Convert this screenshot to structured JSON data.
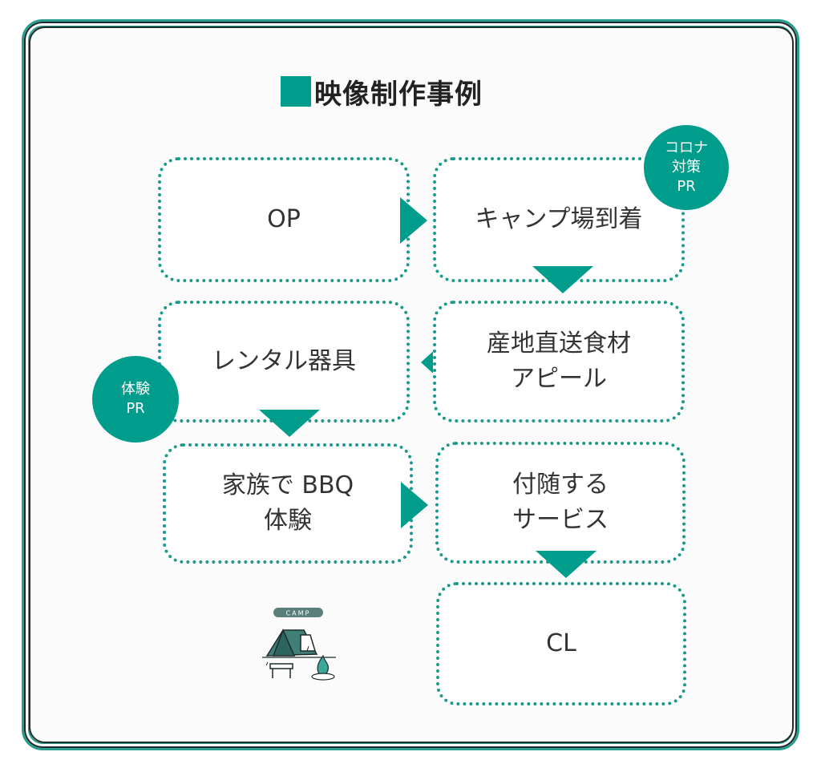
{
  "title": "映像制作事例",
  "steps": {
    "op": {
      "lines": [
        "OP"
      ]
    },
    "arrival": {
      "lines": [
        "キャンプ場到着"
      ]
    },
    "local_food": {
      "lines": [
        "産地直送食材",
        "アピール"
      ]
    },
    "rental": {
      "lines": [
        "レンタル器具"
      ]
    },
    "bbq": {
      "lines": [
        "家族で BBQ",
        "体験"
      ]
    },
    "services": {
      "lines": [
        "付随する",
        "サービス"
      ]
    },
    "cl": {
      "lines": [
        "CL"
      ]
    }
  },
  "badges": {
    "corona": {
      "lines": [
        "コロナ",
        "対策",
        "PR"
      ]
    },
    "experience": {
      "lines": [
        "体験",
        "PR"
      ]
    }
  },
  "illustration": {
    "label": "CAMP"
  },
  "colors": {
    "accent": "#009c8c",
    "dots": "#1a9a8c",
    "frame": "#2a9d8f"
  }
}
